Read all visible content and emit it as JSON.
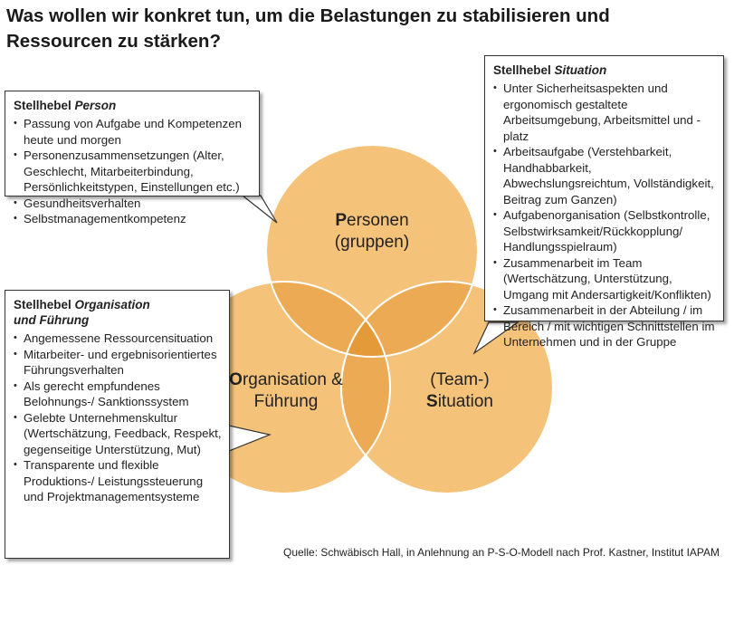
{
  "title": "Was wollen wir konkret tun, um die Belastungen zu stabilisieren und Ressourcen zu stärken?",
  "circles": {
    "personen": {
      "initial": "P",
      "rest": "ersonen",
      "line2": "(gruppen)"
    },
    "organisation": {
      "initial": "O",
      "rest": "rganisation &",
      "line2": "Führung"
    },
    "situation": {
      "line1": "(Team-)",
      "initial": "S",
      "rest": "ituation"
    }
  },
  "boxes": {
    "person": {
      "heading_prefix": "Stellhebel ",
      "heading_italic": "Person",
      "items": [
        "Passung von Aufgabe und Kompetenzen heute und morgen",
        "Personenzusammensetzungen (Alter, Geschlecht, Mitarbeiterbindung, Persönlichkeitstypen, Einstellungen etc.)",
        "Gesundheitsverhalten",
        "Selbstmanagementkompetenz"
      ]
    },
    "situation": {
      "heading_prefix": "Stellhebel ",
      "heading_italic": "Situation",
      "items": [
        "Unter Sicherheitsaspekten und ergonomisch gestaltete Arbeitsumgebung, Arbeitsmittel und -platz",
        "Arbeitsaufgabe (Verstehbarkeit, Handhabbarkeit, Abwechslungsreichtum, Vollständigkeit, Beitrag zum Ganzen)",
        "Aufgabenorganisation (Selbstkontrolle, Selbstwirksamkeit/Rückkopplung/ Handlungsspielraum)",
        "Zusammenarbeit im Team (Wertschätzung, Unterstützung, Umgang mit Andersartigkeit/Konflikten)",
        "Zusammenarbeit in der Abteilung / im Bereich / mit wichtigen Schnittstellen im Unternehmen und in der Gruppe"
      ]
    },
    "organisation": {
      "heading_prefix": "Stellhebel ",
      "heading_italic": "Organisation und Führung",
      "items": [
        "Angemessene Ressourcensituation",
        "Mitarbeiter- und ergebnisorientiertes Führungsverhalten",
        "Als gerecht empfundenes Belohnungs-/ Sanktionssystem",
        "Gelebte Unternehmenskultur (Wertschätzung, Feedback, Respekt, gegenseitige Unterstützung, Mut)",
        "Transparente und flexible Produktions-/ Leistungssteuerung und Projektmanagementsysteme"
      ]
    }
  },
  "source": "Quelle: Schwäbisch Hall, in Anlehnung an P-S-O-Modell nach Prof. Kastner, Institut IAPAM",
  "colors": {
    "circle_fill": "#f5c27a",
    "circle_stroke": "#ffffff",
    "overlap_fill": "#ecaa55",
    "center_fill": "#e59a3a"
  }
}
